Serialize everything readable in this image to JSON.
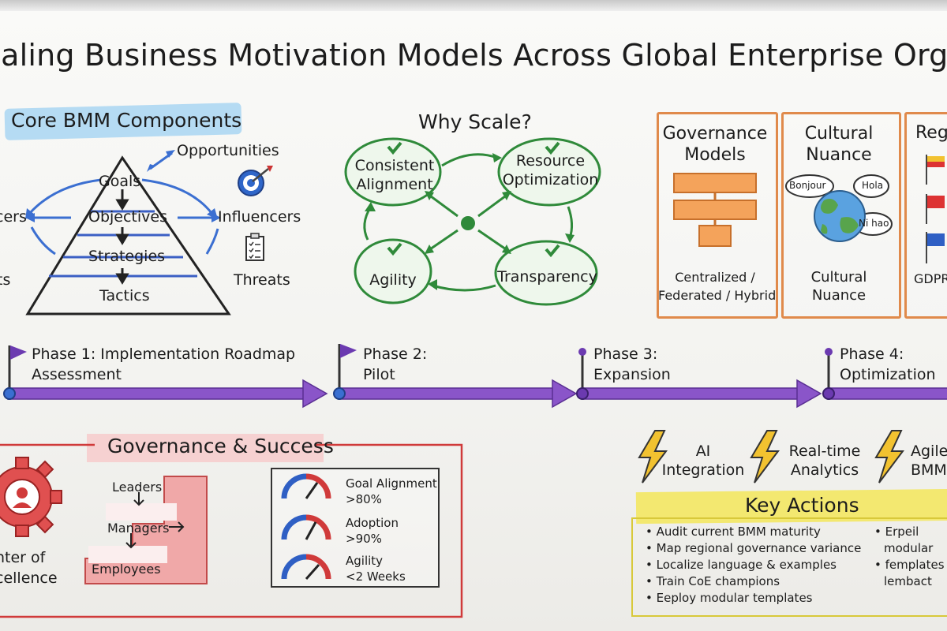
{
  "title": "caling Business Motivation Models Across Global Enterprise Organizati",
  "core": {
    "heading": "Core BMM Components",
    "pyramid": [
      "Goals",
      "Objectives",
      "Strategies",
      "Tactics"
    ],
    "opportunities": "Opportunities",
    "influencers": "Influencers",
    "threats": "Threats",
    "left_partial_1": "cers",
    "left_partial_2": "ts"
  },
  "why": {
    "heading": "Why Scale?",
    "n1": [
      "Consistent",
      "Alignment"
    ],
    "n2": [
      "Resource",
      "Optimization"
    ],
    "n3": "Agility",
    "n4": "Transparency"
  },
  "panels": {
    "gov": {
      "title": [
        "Governance",
        "Models"
      ],
      "caption": [
        "Centralized /",
        "Federated / Hybrid"
      ]
    },
    "cult": {
      "title": [
        "Cultural",
        "Nuance"
      ],
      "bubbles": [
        "Bonjour",
        "Hola",
        "Ni hao"
      ],
      "caption": [
        "Cultural",
        "Nuance"
      ]
    },
    "reg": {
      "title": "Regu",
      "caption": "GDPR"
    }
  },
  "roadmap": {
    "phase1": [
      "Phase 1: Implementation Roadmap",
      "Assessment"
    ],
    "phase2": [
      "Phase 2:",
      "Pilot"
    ],
    "phase3": [
      "Phase 3:",
      "Expansion"
    ],
    "phase4": [
      "Phase 4:",
      "Optimization"
    ]
  },
  "governance": {
    "heading": "Governance & Success",
    "coe": [
      "nter of",
      "cellence"
    ],
    "leaders": "Leaders",
    "managers": "Managers",
    "employees": "Employees",
    "metrics": [
      {
        "label": "Goal Alignment",
        "target": ">80%"
      },
      {
        "label": "Adoption",
        "target": ">90%"
      },
      {
        "label": "Agility",
        "target": "<2 Weeks"
      }
    ]
  },
  "trends": [
    [
      "AI",
      "Integration"
    ],
    [
      "Real-time",
      "Analytics"
    ],
    [
      "Agile",
      "BMM"
    ]
  ],
  "key_actions": {
    "heading": "Key Actions",
    "items": [
      "Audit current BMM maturity",
      "Map regional governance variance",
      "Localize language & examples",
      "Train CoE champions",
      "Eeploy modular templates"
    ],
    "side_items": [
      "Erpeil",
      "modular",
      "femplates",
      "lembact"
    ]
  }
}
